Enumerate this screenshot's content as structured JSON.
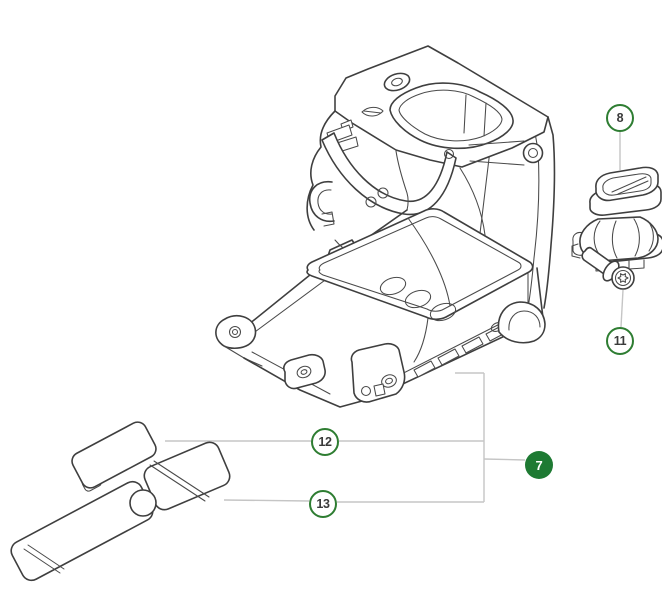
{
  "figure": {
    "type": "exploded-parts-diagram",
    "callouts": {
      "c7": {
        "label": "7",
        "style": "filled"
      },
      "c8": {
        "label": "8",
        "style": "outline"
      },
      "c11": {
        "label": "11",
        "style": "outline"
      },
      "c12": {
        "label": "12",
        "style": "outline"
      },
      "c13": {
        "label": "13",
        "style": "outline"
      }
    },
    "colors": {
      "badge_fill_green": "#1e7a33",
      "badge_ring_green": "#2e7d32",
      "badge_number": "#3a3a3a",
      "leader_line": "#c5c5c5",
      "artwork_line": "#3f3f3f",
      "background": "#ffffff"
    }
  }
}
